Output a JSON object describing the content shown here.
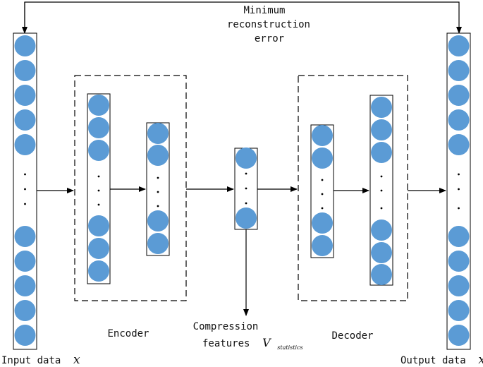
{
  "feedback": {
    "line1": "Minimum",
    "line2": "reconstruction",
    "line3": "error"
  },
  "labels": {
    "input_prefix": "Input data",
    "input_var": "x",
    "output_prefix": "Output data",
    "output_var": "x",
    "output_prime": "'",
    "encoder": "Encoder",
    "decoder": "Decoder",
    "compression_line1": "Compression",
    "compression_line2": "features",
    "compression_var": "V",
    "compression_sub": "statistics"
  },
  "colors": {
    "node_fill": "#5b9bd5",
    "line": "#000000"
  },
  "ellipsis_glyph": "·"
}
